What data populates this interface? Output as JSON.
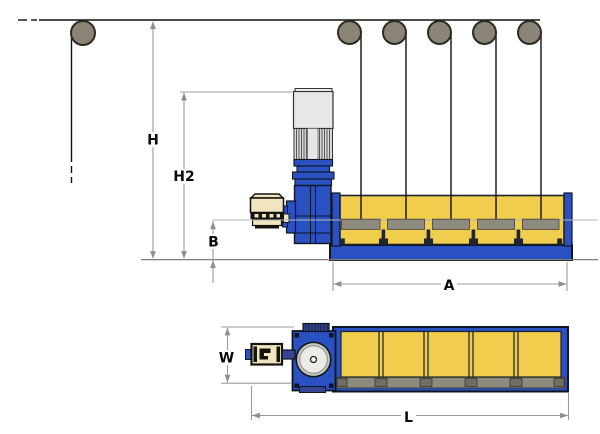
{
  "diagram": {
    "type": "engineering-dimension-drawing",
    "subject": "wire drawing machine with overhead pulley line, side elevation and top plan views",
    "views": [
      "side-elevation",
      "top-plan"
    ],
    "labels": {
      "h": "H",
      "h2": "H2",
      "b": "B",
      "a": "A",
      "w": "W",
      "l": "L"
    },
    "counts": {
      "overhead_pulleys": 5,
      "takeoff_pulleys": 1,
      "capstan_sections": 5
    },
    "colors": {
      "machine_yellow": "#F0CD4C",
      "machine_blue": "#2A51C2",
      "rib_blue": "#35458F",
      "capstan_gray": "#8D8B80",
      "pulley_gray": "#8A8577",
      "motor_gray": "#E7E7E7",
      "gearbox_cream": "#F0E5BE",
      "dimension_gray": "#9B9B9B",
      "line_dark": "#1A1A1A",
      "background": "#FFFFFF"
    }
  }
}
